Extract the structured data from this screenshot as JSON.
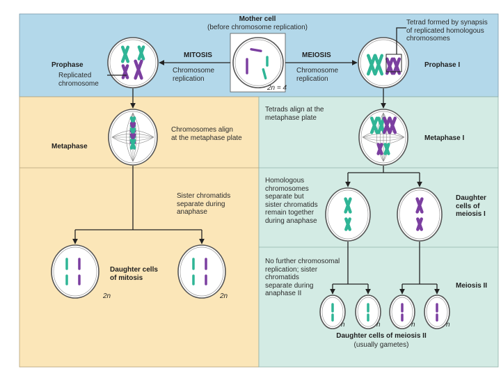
{
  "colors": {
    "prophase_band": "#b3d8ea",
    "mitosis_band": "#fbe6b8",
    "meiosis_band": "#d3ebe4",
    "teal": "#2fb596",
    "purple": "#7b3fa0"
  },
  "mother": {
    "title": "Mother cell",
    "subtitle": "(before chromosome replication)",
    "ploidy": "2n = 4"
  },
  "mitosis": {
    "label": "MITOSIS",
    "replication": "Chromosome\nreplication",
    "prophase": "Prophase",
    "replicated_chromosome": "Replicated\nchromosome",
    "metaphase": "Metaphase",
    "align_note": "Chromosomes align\nat the metaphase plate",
    "anaphase_note": "Sister chromatids\nseparate during\nanaphase",
    "daughter": "Daughter cells\nof mitosis",
    "ploidy_left": "2n",
    "ploidy_right": "2n"
  },
  "meiosis": {
    "label": "MEIOSIS",
    "replication": "Chromosome\nreplication",
    "tetrad_note": "Tetrad formed by synapsis\nof replicated homologous\nchromosomes",
    "prophase1": "Prophase I",
    "tetrad_align": "Tetrads align at the\nmetaphase plate",
    "metaphase1": "Metaphase I",
    "homologous_note": "Homologous\nchromosomes\nseparate but\nsister chromatids\nremain together\nduring anaphase",
    "daughter1": "Daughter\ncells of\nmeiosis I",
    "no_further_note": "No further chromosomal\nreplication; sister\nchromatids\nseparate during\nanaphase II",
    "meiosis2": "Meiosis II",
    "daughter2": "Daughter cells of meiosis II",
    "gametes": "(usually gametes)",
    "n_labels": [
      "n",
      "n",
      "n",
      "n"
    ]
  }
}
